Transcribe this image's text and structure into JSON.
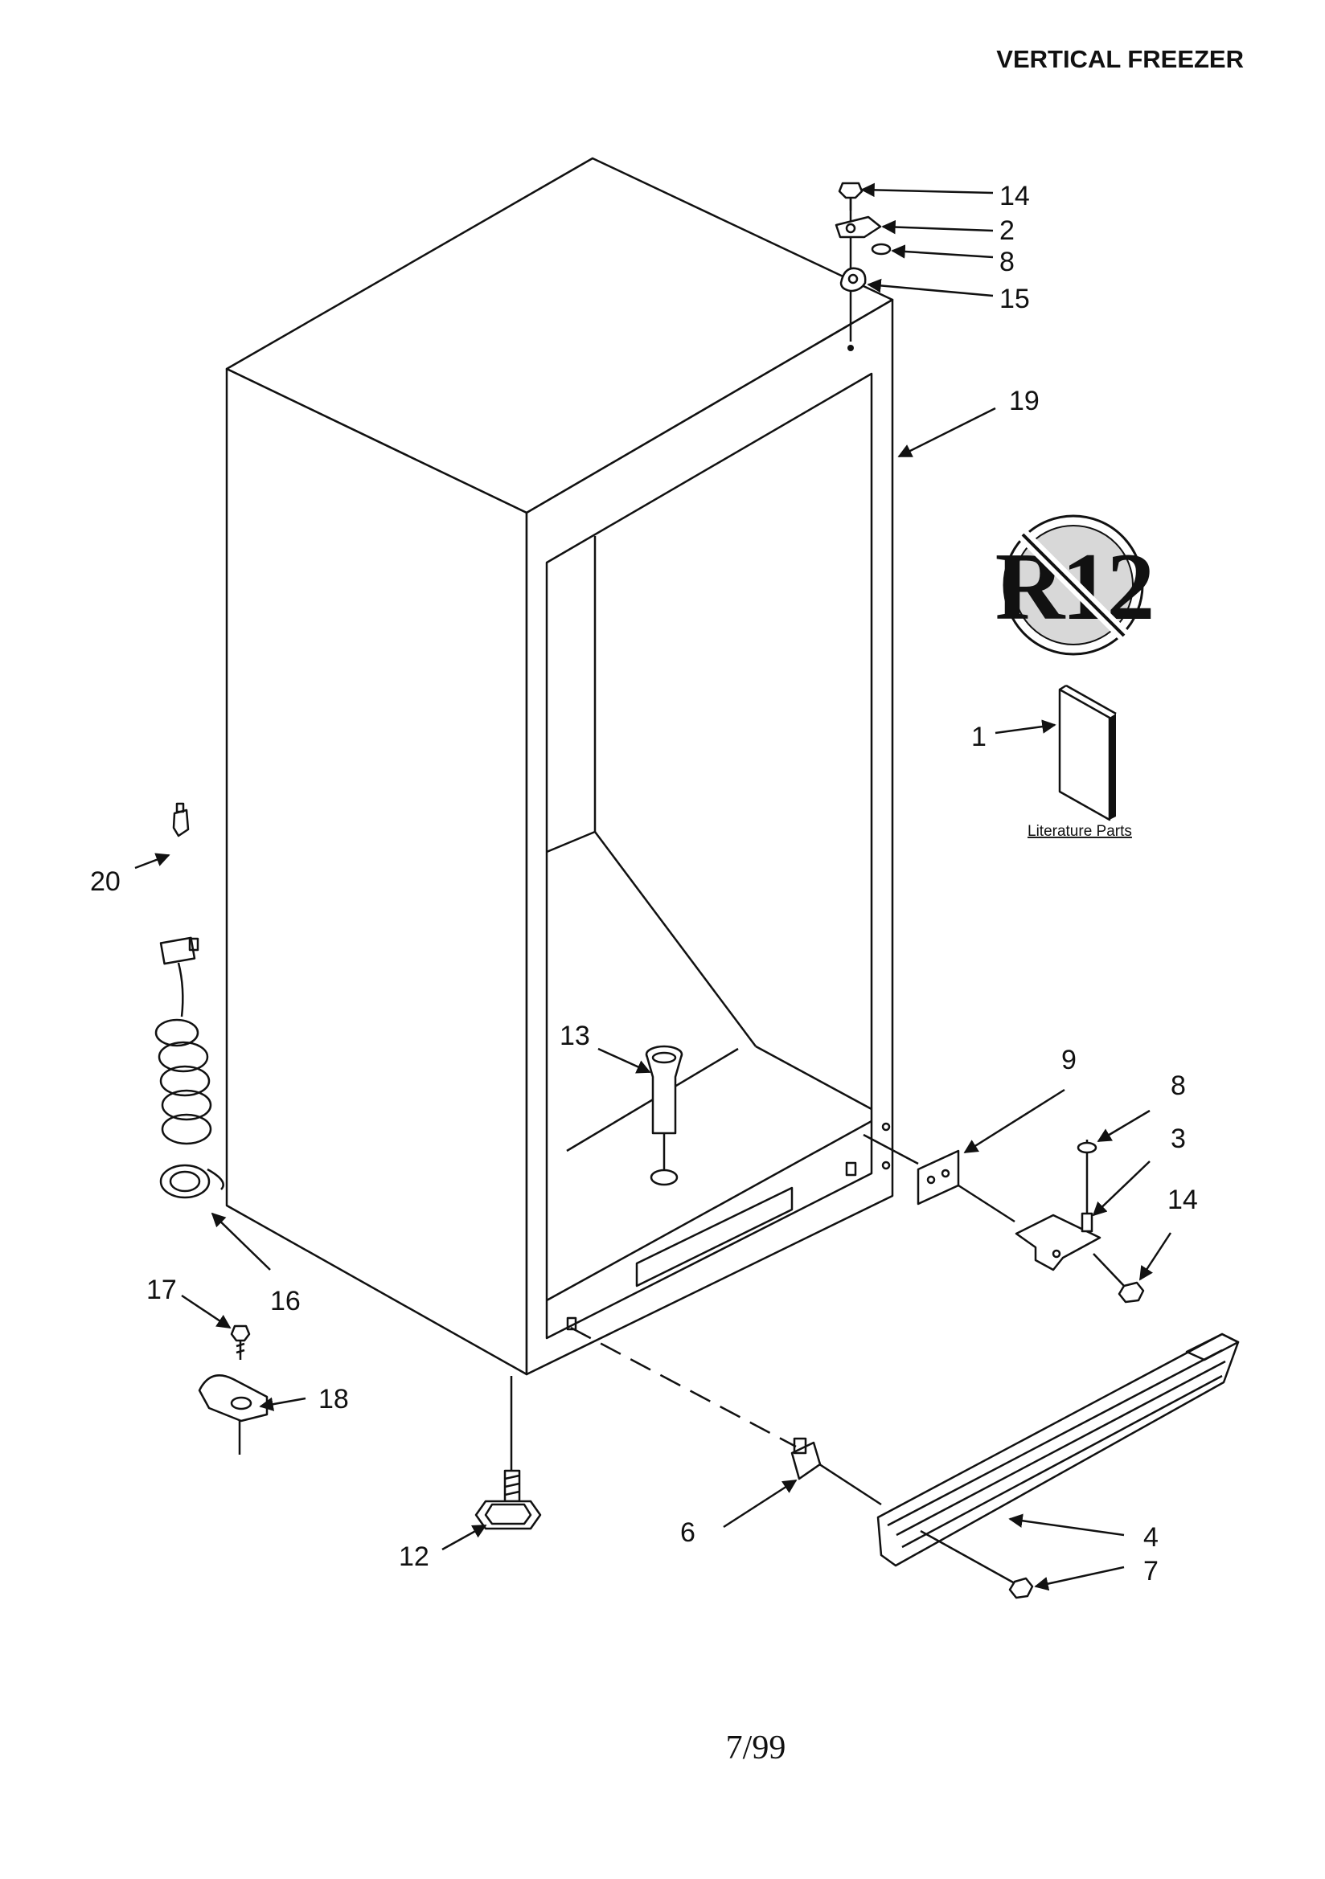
{
  "header": {
    "title": "VERTICAL FREEZER"
  },
  "literature": {
    "label": "Literature Parts"
  },
  "footer": {
    "date": "7/99"
  },
  "badge": {
    "text": "R12",
    "meaning": "no-r12-symbol"
  },
  "callouts": [
    {
      "id": "c14a",
      "label": "14"
    },
    {
      "id": "c2",
      "label": "2"
    },
    {
      "id": "c8a",
      "label": "8"
    },
    {
      "id": "c15",
      "label": "15"
    },
    {
      "id": "c19",
      "label": "19"
    },
    {
      "id": "c1",
      "label": "1"
    },
    {
      "id": "c20",
      "label": "20"
    },
    {
      "id": "c13",
      "label": "13"
    },
    {
      "id": "c9",
      "label": "9"
    },
    {
      "id": "c8b",
      "label": "8"
    },
    {
      "id": "c3",
      "label": "3"
    },
    {
      "id": "c14b",
      "label": "14"
    },
    {
      "id": "c17",
      "label": "17"
    },
    {
      "id": "c16",
      "label": "16"
    },
    {
      "id": "c18",
      "label": "18"
    },
    {
      "id": "c12",
      "label": "12"
    },
    {
      "id": "c6",
      "label": "6"
    },
    {
      "id": "c4",
      "label": "4"
    },
    {
      "id": "c7",
      "label": "7"
    }
  ]
}
